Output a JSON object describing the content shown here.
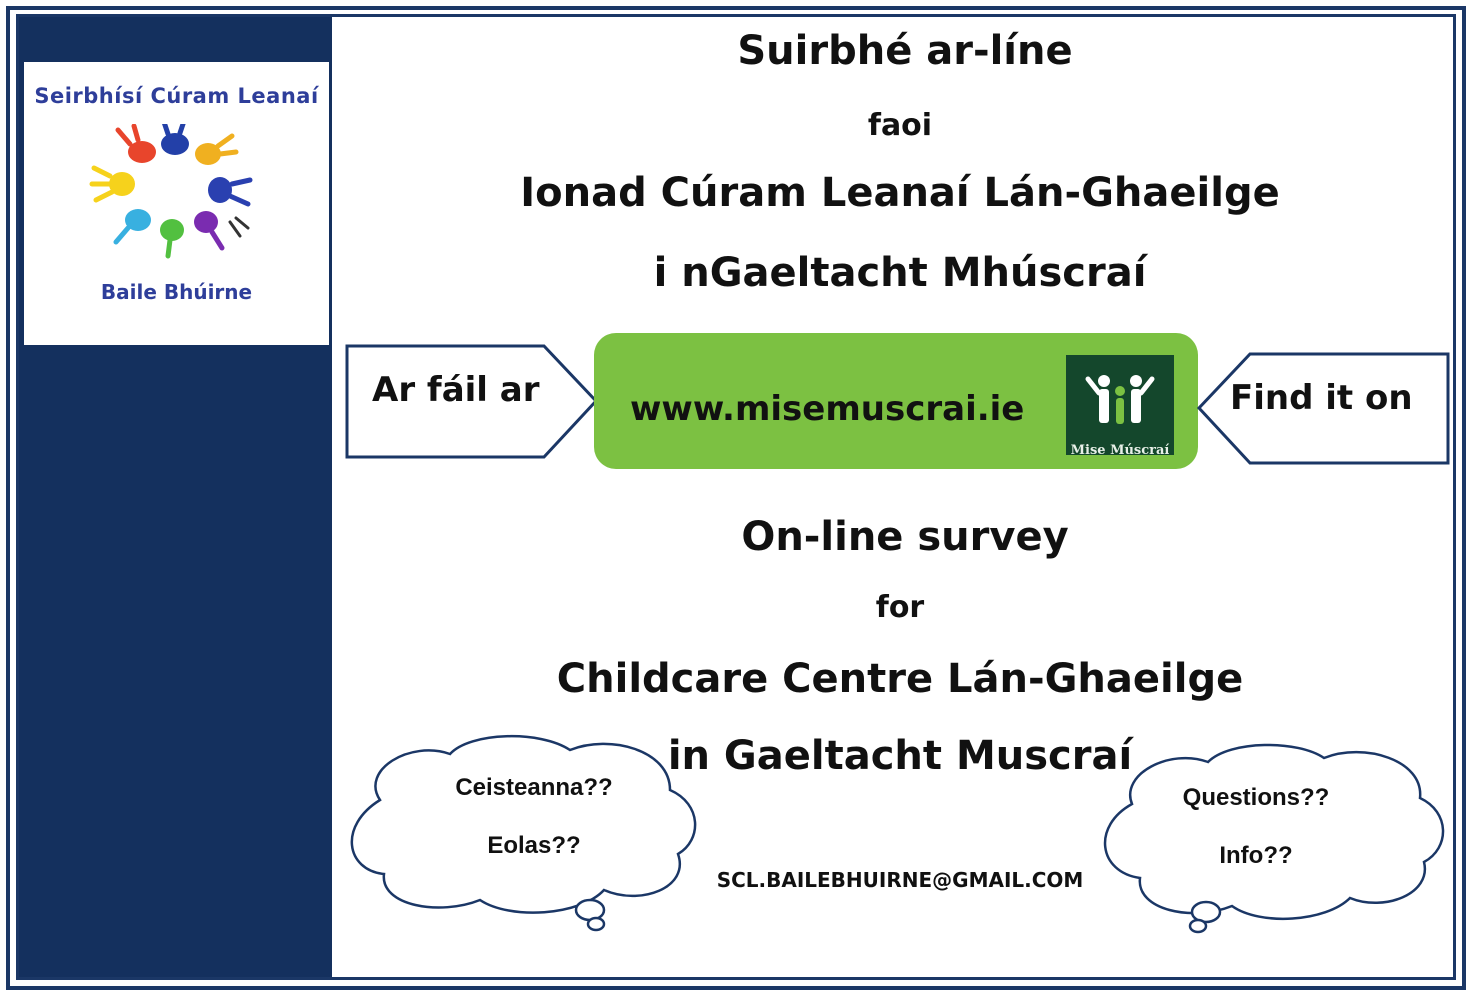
{
  "logo": {
    "top_text": "Seirbhísí Cúram Leanaí",
    "bottom_text": "Baile Bhúirne"
  },
  "irish": {
    "title": "Suirbhé ar-líne",
    "connector": "faoi",
    "line1": "Ionad Cúram Leanaí Lán-Ghaeilge",
    "line2": "i nGaeltacht Mhúscraí"
  },
  "link_bar": {
    "left_arrow_label": "Ar fáil ar",
    "url": "www.misemuscrai.ie",
    "brand_logo_text": "Mise Múscraí",
    "right_arrow_label": "Find it on"
  },
  "english": {
    "title": "On-line survey",
    "connector": "for",
    "line1": "Childcare Centre Lán-Ghaeilge",
    "line2": "in Gaeltacht Muscraí"
  },
  "contact": {
    "email": "SCL.BAILEBHUIRNE@GMAIL.COM"
  },
  "clouds": {
    "left": {
      "line1": "Ceisteanna??",
      "line2": "Eolas??"
    },
    "right": {
      "line1": "Questions??",
      "line2": "Info??"
    }
  },
  "colors": {
    "navy": "#14305e",
    "green_panel": "#7cc142",
    "logo_text": "#2e3e9a",
    "brand_logo_bg": "#14472c"
  }
}
